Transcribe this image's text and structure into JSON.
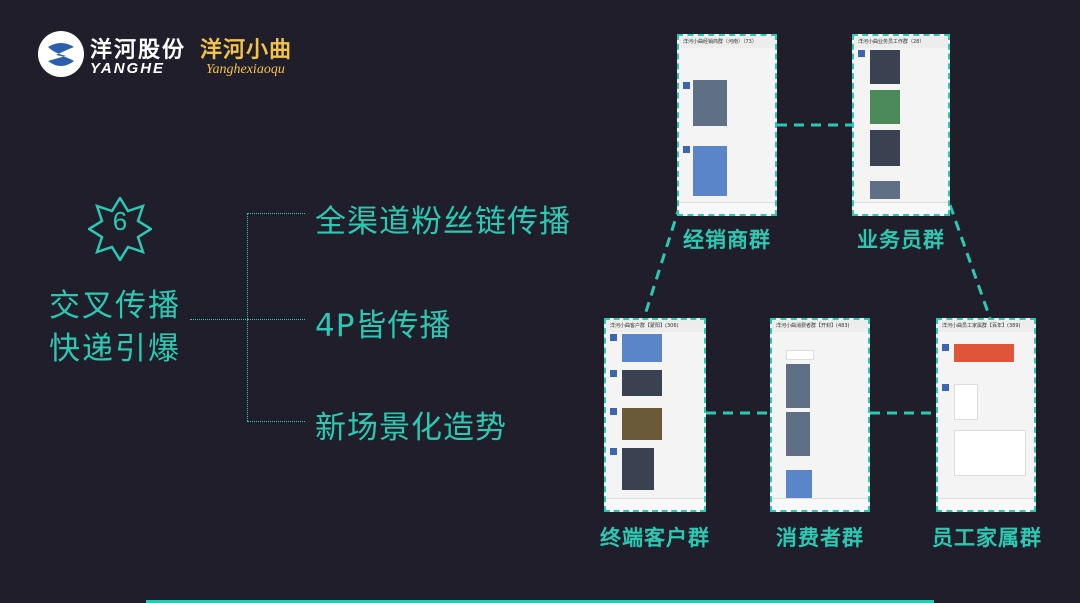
{
  "brand": {
    "company_cn": "洋河股份",
    "company_en": "YANGHE",
    "product_cn": "洋河小曲",
    "product_en": "Yanghexiaoqu"
  },
  "badge_number": "6",
  "left_title": {
    "line1": "交叉传播",
    "line2": "快递引爆"
  },
  "branches": [
    "全渠道粉丝链传播",
    "4P皆传播",
    "新场景化造势"
  ],
  "groups": {
    "distributor": {
      "label": "经销商群",
      "chat_title": "洋河小曲经销商群（河南）（73）"
    },
    "salesman": {
      "label": "业务员群",
      "chat_title": "洋河小曲业务员工作群（28）"
    },
    "terminal": {
      "label": "终端客户群",
      "chat_title": "洋河小曲客户群【蒙阳】(306)"
    },
    "consumer": {
      "label": "消费者群",
      "chat_title": "洋河小曲消费者群【开封】(483)"
    },
    "family": {
      "label": "员工家属群",
      "chat_title": "洋河小曲员工家属群【百年】(389)"
    }
  },
  "colors": {
    "accent": "#2bc9b4",
    "background": "#1f1e2a",
    "brand_gold": "#f2c24a"
  }
}
